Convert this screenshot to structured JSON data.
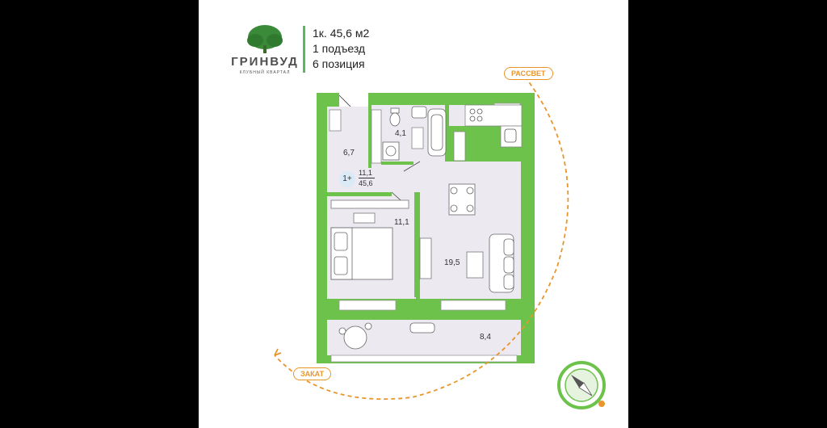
{
  "brand": {
    "name": "ГРИНВУД",
    "tagline": "КЛУБНЫЙ КВАРТАЛ",
    "icon": "tree-icon",
    "color": "#3a8a3a"
  },
  "apartment": {
    "line1": "1к. 45,6 м2",
    "line2": "1 подъезд",
    "line3": "6 позиция"
  },
  "rooms": {
    "hall": "6,7",
    "bath": "4,1",
    "bedroom": "11,1",
    "living": "19,5",
    "balcony": "8,4"
  },
  "badge": {
    "type": "1+",
    "living_area": "11,1",
    "total_area": "45,6"
  },
  "directions": {
    "sunrise": "РАССВЕТ",
    "sunset": "ЗАКАТ"
  },
  "colors": {
    "wall": "#6cc24a",
    "floor": "#ece9f1",
    "accent": "#e8962c",
    "badge": "#dbeaf7"
  },
  "icons": [
    "compass-icon",
    "sun-icon",
    "bed-icon",
    "bathtub-icon",
    "toilet-icon",
    "sofa-icon",
    "dining-table-icon",
    "stove-icon",
    "sink-icon",
    "washing-machine-icon",
    "round-table-icon"
  ]
}
